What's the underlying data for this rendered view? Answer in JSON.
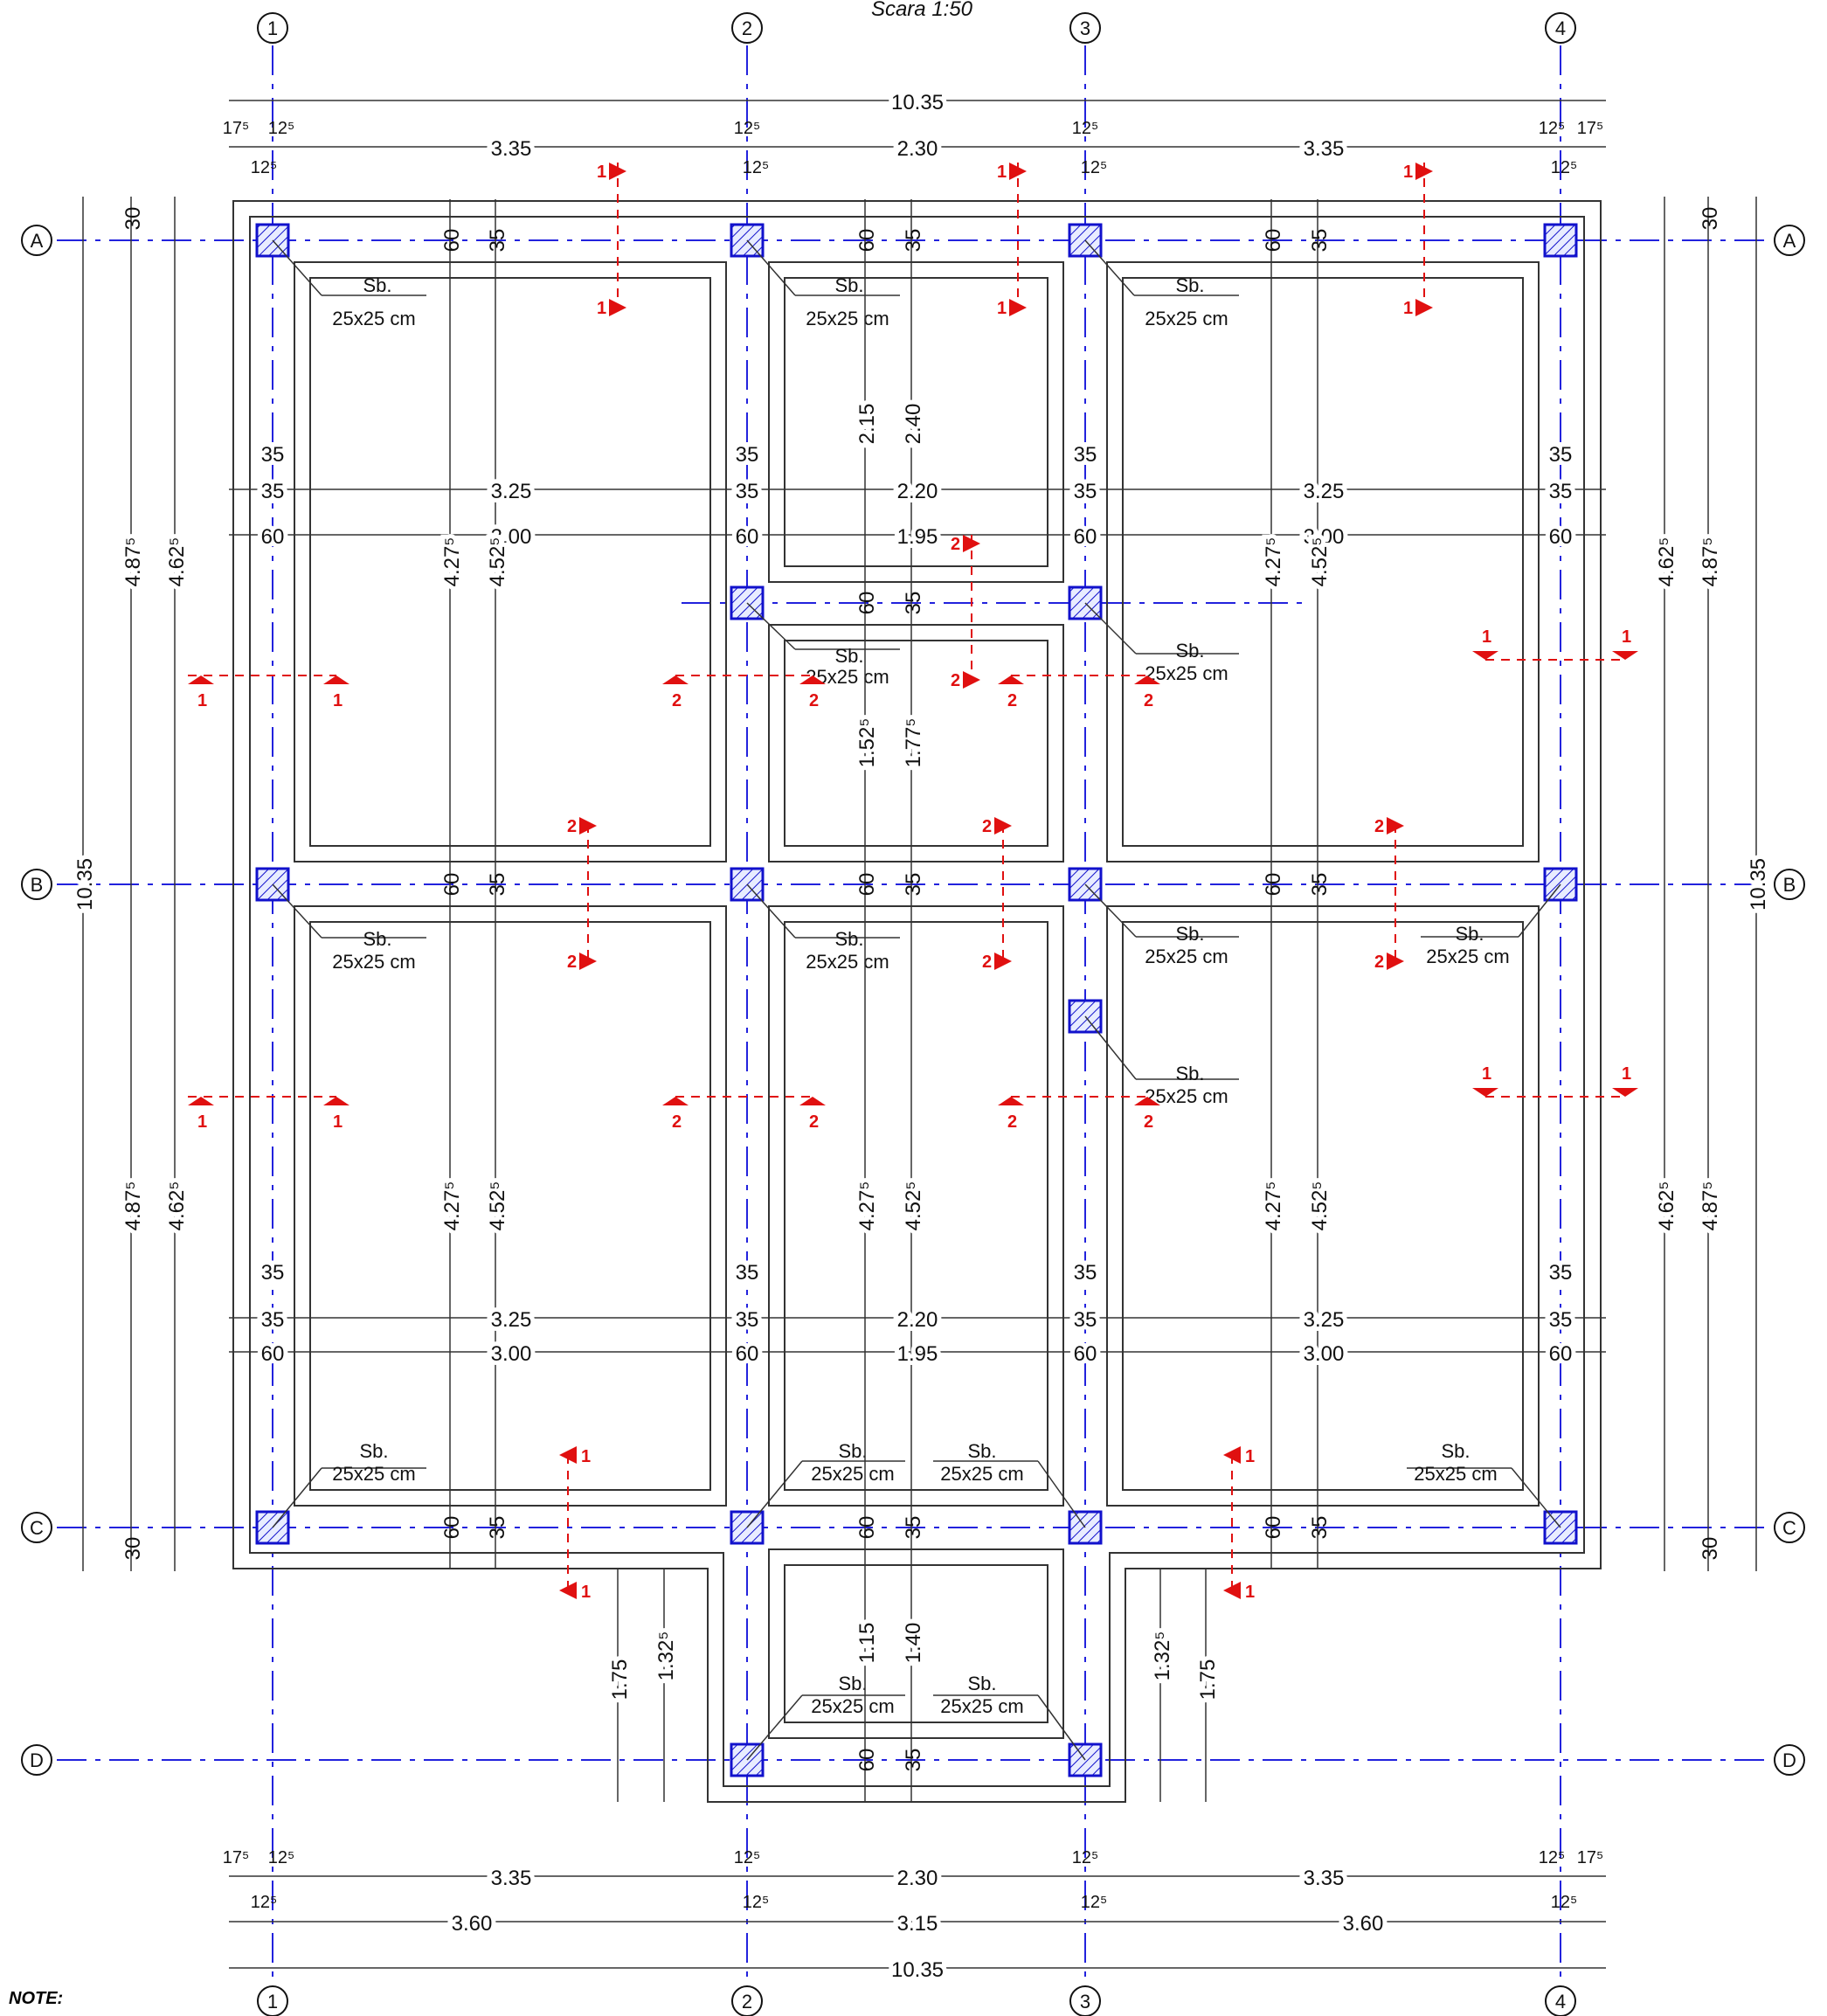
{
  "scale": "Scara 1:50",
  "note": "NOTE:",
  "axes": {
    "vertical": [
      "1",
      "2",
      "3",
      "4"
    ],
    "horizontal": [
      "A",
      "B",
      "C",
      "D"
    ]
  },
  "dims": {
    "overall": "10.35",
    "top_segments": [
      "3.35",
      "2.30",
      "3.35"
    ],
    "bottom_segments": [
      "3.60",
      "3.15",
      "3.60"
    ],
    "inner_spans": [
      "3.25",
      "2.20",
      "3.25"
    ],
    "clear_spans": [
      "3.00",
      "1.95",
      "3.00"
    ],
    "beam_60": "60",
    "beam_35": "35",
    "offset_30": "30",
    "small_125": "12⁵",
    "small_175": "17⁵",
    "vert_487": "4.87⁵",
    "vert_462": "4.62⁵",
    "vert_427": "4.27⁵",
    "vert_452": "4.52⁵",
    "v_215": "2.15",
    "v_240": "2.40",
    "v_152": "1.52⁵",
    "v_177": "1.77⁵",
    "v_115": "1.15",
    "v_140": "1.40",
    "v_175": "1.75",
    "v_132": "1.32⁵"
  },
  "column_label_a": "Sb.",
  "column_label_b": "25x25 cm",
  "sections": [
    "1",
    "2"
  ],
  "colors": {
    "grid": "#2222dd",
    "section": "#e01010",
    "lines": "#333333"
  }
}
